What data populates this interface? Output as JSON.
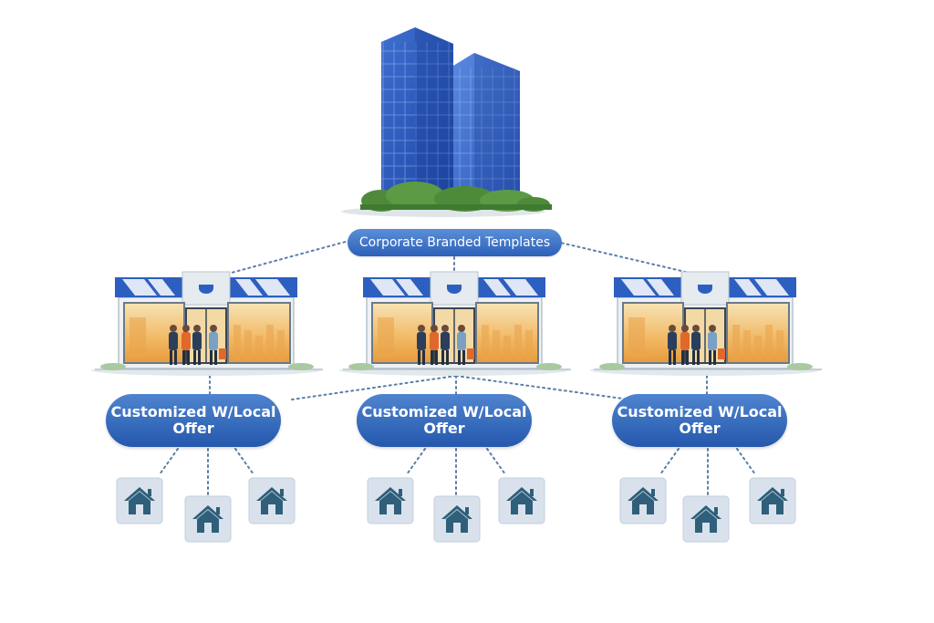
{
  "corporate": {
    "label": "Corporate Branded Templates"
  },
  "locations": [
    {
      "offer_label": "Customized W/Local Offer"
    },
    {
      "offer_label": "Customized W/Local Offer"
    },
    {
      "offer_label": "Customized W/Local Offer"
    }
  ],
  "icons": {
    "headquarters": "office-towers-icon",
    "store": "storefront-icon",
    "customer": "house-icon"
  },
  "colors": {
    "brand_blue": "#2c60b8",
    "pill_light": "#5b8fd8",
    "house_tile": "#d9e2ec",
    "house_icon": "#2f5f7a",
    "connector": "#5a7fa8",
    "foliage": "#4e8a3a"
  }
}
